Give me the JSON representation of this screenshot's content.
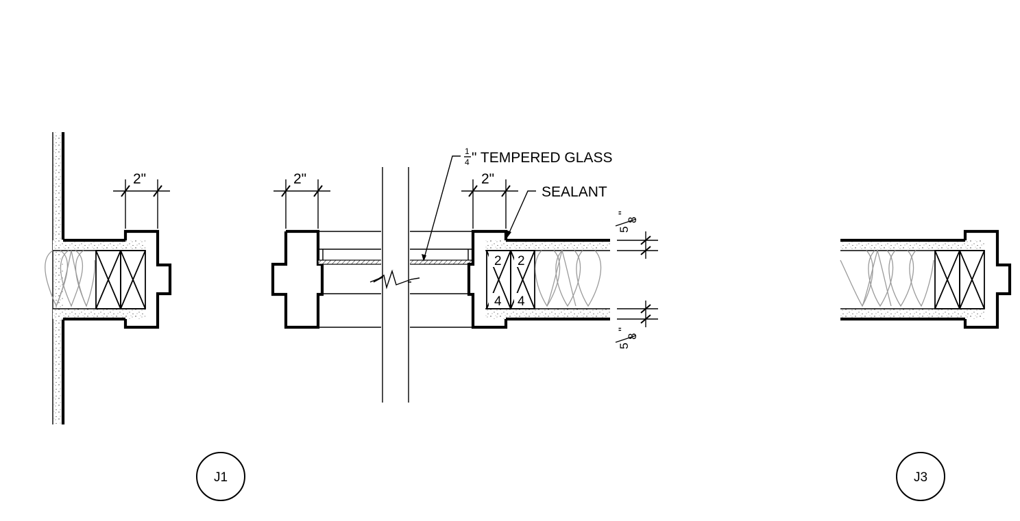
{
  "annotations": {
    "glass_fraction_num": "1",
    "glass_fraction_den": "4",
    "glass_label": "\" TEMPERED GLASS",
    "sealant_label": "SEALANT"
  },
  "dimensions": {
    "j1_width": "2\"",
    "j2_left_width": "2\"",
    "j2_right_width": "2\"",
    "top_gyp_num": "5",
    "top_gyp_den": "8",
    "top_gyp_unit": "\"",
    "bottom_gyp_num": "5",
    "bottom_gyp_den": "8",
    "bottom_gyp_unit": "\""
  },
  "framing": {
    "stud_top_left": "2",
    "stud_top_right": "2",
    "stud_bottom_left": "4",
    "stud_bottom_right": "4"
  },
  "detail_tags": {
    "j1": "J1",
    "j3": "J3"
  }
}
